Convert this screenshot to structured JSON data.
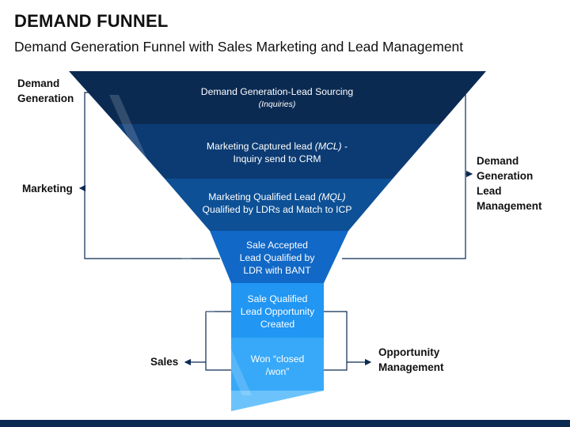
{
  "title": "DEMAND FUNNEL",
  "subtitle": "Demand Generation Funnel with Sales Marketing and Lead Management",
  "left_labels": {
    "demand_generation": "Demand Generation",
    "marketing": "Marketing",
    "sales": "Sales"
  },
  "right_labels": {
    "demand_generation_lead_management": "Demand Generation Lead Management",
    "opportunity_management": "Opportunity Management"
  },
  "stages": {
    "s1": {
      "line1": "Demand Generation-Lead Sourcing",
      "sub": "(Inquiries)"
    },
    "s2": {
      "line1a": "Marketing Captured lead ",
      "line1_italic": "(MCL)",
      "line1b": " -",
      "line2": "Inquiry send to CRM"
    },
    "s3": {
      "line1a": "Marketing Qualified Lead ",
      "line1_italic": "(MQL)",
      "line2": "Qualified by LDRs ad Match to ICP"
    },
    "s4": {
      "line1": "Sale Accepted",
      "line2": "Lead Qualified by",
      "line3": "LDR with BANT"
    },
    "s5": {
      "line1": "Sale Qualified",
      "line2": "Lead Opportunity",
      "line3": "Created"
    },
    "s6": {
      "line1": "Won “closed",
      "line2": "/won”"
    }
  },
  "colors": {
    "stage1": "#0b2a52",
    "stage2": "#0c3b73",
    "stage3": "#0d5096",
    "stage4": "#1168c6",
    "stage5": "#2196f3",
    "stage6": "#38a9f8",
    "tail": "#6cc3fb",
    "connector": "#0b2a52",
    "bottom_bar": "#0b2a52"
  }
}
